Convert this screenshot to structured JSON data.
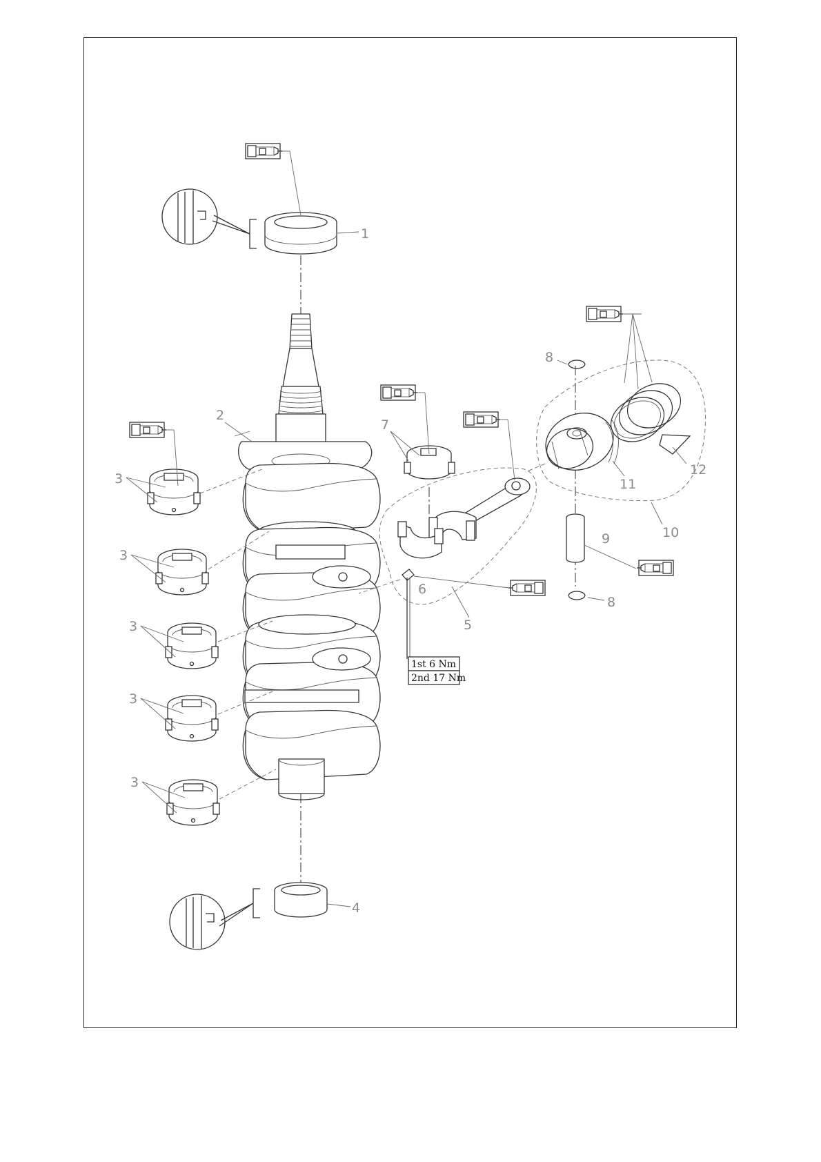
{
  "callouts": {
    "c1": "1",
    "c2": "2",
    "c3a": "3",
    "c3b": "3",
    "c3c": "3",
    "c3d": "3",
    "c3e": "3",
    "c4": "4",
    "c5": "5",
    "c6": "6",
    "c7": "7",
    "c8a": "8",
    "c8b": "8",
    "c9": "9",
    "c10": "10",
    "c11": "11",
    "c12": "12"
  },
  "torque": {
    "first": "1st 6 Nm",
    "second": "2nd 17 Nm"
  },
  "colors": {
    "line": "#333333",
    "callout": "#8a8a8a",
    "frame": "#222222"
  },
  "icons": {
    "lubricant": "grease-tube-icon",
    "detail": "seal-detail-magnifier-icon"
  }
}
